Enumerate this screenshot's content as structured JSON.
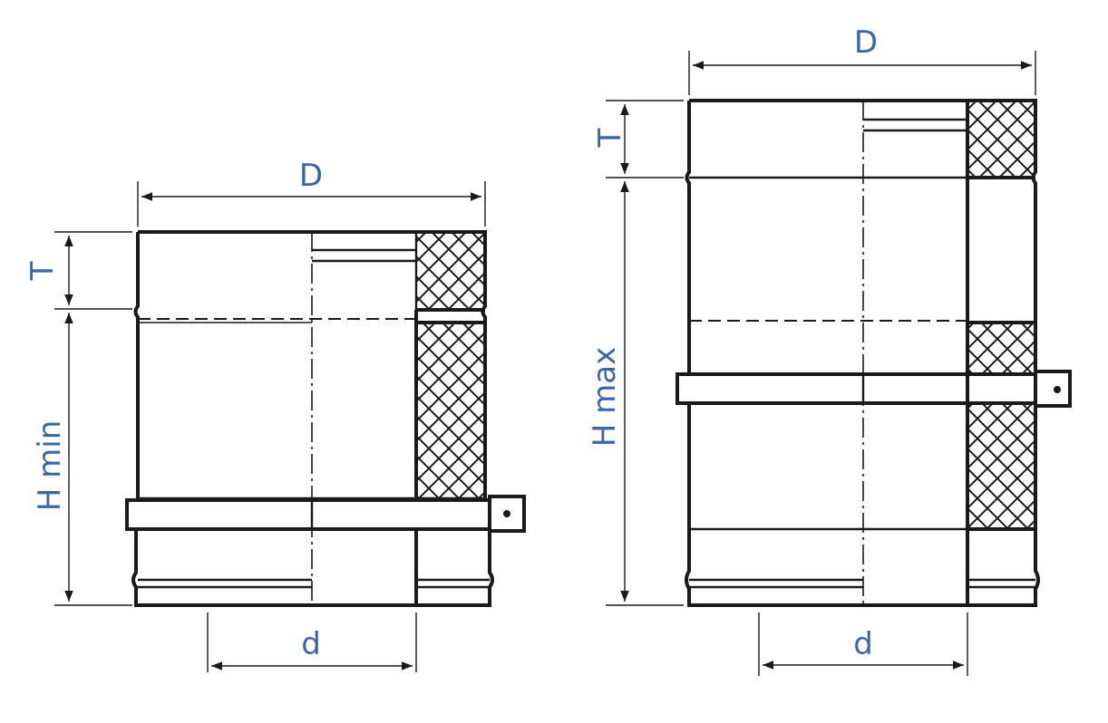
{
  "colors": {
    "label": "#3a66a8",
    "line": "#1a1a1a",
    "background": "#ffffff"
  },
  "left_diagram": {
    "label_D": "D",
    "label_T": "T",
    "label_H": "H min",
    "label_d": "d"
  },
  "right_diagram": {
    "label_D": "D",
    "label_T": "T",
    "label_H": "H max",
    "label_d": "d"
  }
}
